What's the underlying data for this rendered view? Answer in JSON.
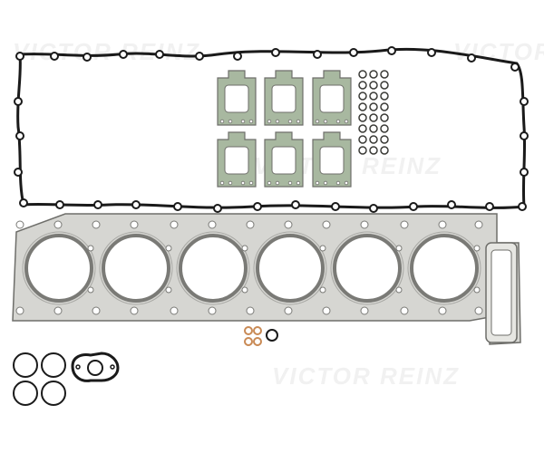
{
  "image": {
    "watermark_text": "VICTOR REINZ",
    "colors": {
      "background": "#ffffff",
      "gasket_metal": "#d6d6d2",
      "gasket_metal_stroke": "#6e6e6a",
      "gasket_seal_green": "#a8b8a0",
      "rubber_black": "#1a1a1a",
      "copper": "#c98a55",
      "watermark": "#bfbfbf"
    },
    "parts": [
      {
        "name": "valve-cover-gasket",
        "count": 1
      },
      {
        "name": "injector-seat-gasket",
        "count": 6
      },
      {
        "name": "small-o-ring",
        "count": 24
      },
      {
        "name": "cylinder-head-gasket",
        "count": 1
      },
      {
        "name": "sealing-washer",
        "count": 4
      },
      {
        "name": "large-o-ring",
        "count": 4
      },
      {
        "name": "flange-gasket",
        "count": 1
      }
    ]
  }
}
